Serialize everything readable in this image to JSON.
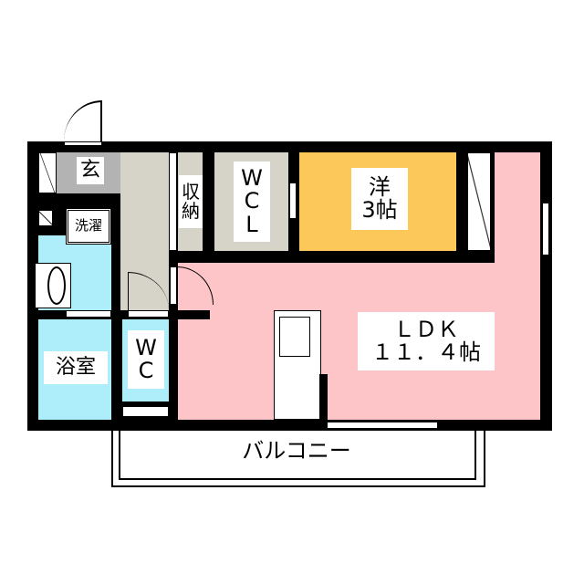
{
  "rooms": {
    "entrance": {
      "label": "玄"
    },
    "storage": {
      "label": "収\n納"
    },
    "wcl": {
      "label": "W\nC\nL"
    },
    "western": {
      "label": "洋\n3帖"
    },
    "laundry": {
      "label": "洗濯"
    },
    "bath": {
      "label": "浴室"
    },
    "wc": {
      "label": "W\nC"
    },
    "ldk": {
      "label": "ＬＤＫ\n１１．４帖"
    },
    "balcony": {
      "label": "バルコニー"
    }
  },
  "colors": {
    "wall": "#000000",
    "entrance": "#b3b3b3",
    "hall": "#d6d3c8",
    "water": "#aeeefa",
    "western": "#fdc85a",
    "ldk": "#fec5c8"
  }
}
